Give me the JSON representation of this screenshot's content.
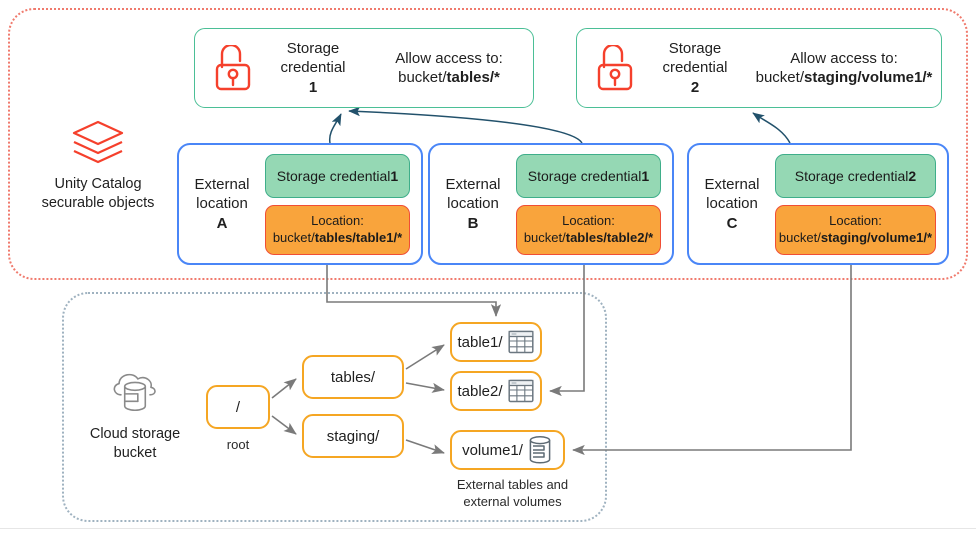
{
  "regions": {
    "unity_catalog": {
      "label_line1": "Unity Catalog",
      "label_line2": "securable objects",
      "icon": "databricks-logo-icon",
      "border_color": "#f07a6d"
    },
    "cloud_storage": {
      "label_line1": "Cloud storage",
      "label_line2": "bucket",
      "icon": "cloud-database-icon",
      "border_color": "#9fb2c0"
    }
  },
  "storage_credentials": [
    {
      "id": "storage-credential-1",
      "icon": "unlocked-padlock-icon",
      "title_line1": "Storage",
      "title_line2": "credential",
      "number": "1",
      "allow_label": "Allow access to:",
      "allow_prefix": "bucket/",
      "allow_path": "tables/*",
      "border_color": "#4bbf96"
    },
    {
      "id": "storage-credential-2",
      "icon": "unlocked-padlock-icon",
      "title_line1": "Storage",
      "title_line2": "credential",
      "number": "2",
      "allow_label": "Allow access to:",
      "allow_prefix": "bucket/",
      "allow_path": "staging/volume1/*",
      "border_color": "#4bbf96"
    }
  ],
  "external_locations": [
    {
      "id": "external-location-a",
      "name_line1": "External",
      "name_line2": "location",
      "letter": "A",
      "credential_prefix": "Storage credential ",
      "credential_number": "1",
      "location_label": "Location:",
      "location_prefix": "bucket/",
      "location_path": "tables/table1/*",
      "border_color": "#4a86f7",
      "credential_fill": "#95d8b4",
      "location_fill": "#f9a43c"
    },
    {
      "id": "external-location-b",
      "name_line1": "External",
      "name_line2": "location",
      "letter": "B",
      "credential_prefix": "Storage credential ",
      "credential_number": "1",
      "location_label": "Location:",
      "location_prefix": "bucket/",
      "location_path": "tables/table2/*",
      "border_color": "#4a86f7",
      "credential_fill": "#95d8b4",
      "location_fill": "#f9a43c"
    },
    {
      "id": "external-location-c",
      "name_line1": "External",
      "name_line2": "location",
      "letter": "C",
      "credential_prefix": "Storage credential ",
      "credential_number": "2",
      "location_label": "Location:",
      "location_prefix": "bucket/",
      "location_path": "staging/volume1/*",
      "border_color": "#4a86f7",
      "credential_fill": "#95d8b4",
      "location_fill": "#f9a43c"
    }
  ],
  "storage_tree": {
    "nodes": [
      {
        "id": "node-root",
        "label": "/",
        "icon": null
      },
      {
        "id": "node-tables",
        "label": "tables/",
        "icon": null
      },
      {
        "id": "node-staging",
        "label": "staging/",
        "icon": null
      },
      {
        "id": "node-table1",
        "label": "table1/",
        "icon": "table-grid-icon"
      },
      {
        "id": "node-table2",
        "label": "table2/",
        "icon": "table-grid-icon"
      },
      {
        "id": "node-volume1",
        "label": "volume1/",
        "icon": "volume-cylinder-icon"
      }
    ],
    "root_caption": "root",
    "leaf_caption_line1": "External tables and",
    "leaf_caption_line2": "external volumes",
    "node_border_color": "#f5a623"
  },
  "edges": {
    "credential_link_color": "#22516b",
    "location_link_color": "#7a7a7a"
  }
}
